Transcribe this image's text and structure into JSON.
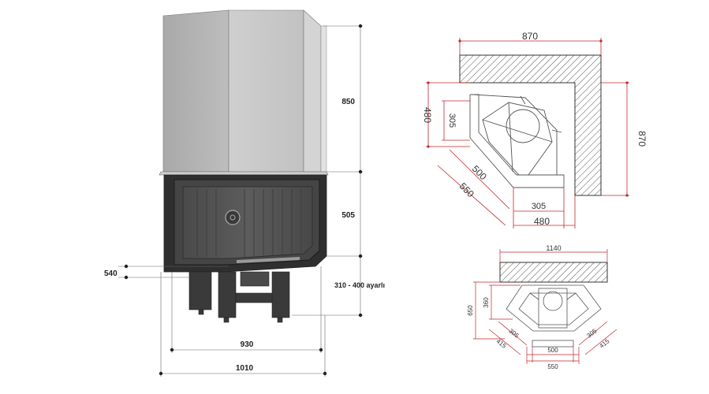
{
  "fireplace": {
    "dim_chimney_height": "850",
    "dim_firebox_height": "505",
    "dim_leg_height": "310 - 400 ayarlı",
    "dim_depth": "540",
    "dim_width_inner": "930",
    "dim_width_outer": "1010"
  },
  "plan_top": {
    "wall_top": "870",
    "wall_right": "870",
    "left_outer": "480",
    "left_inner": "305",
    "diag_inner": "500",
    "diag_outer": "550",
    "bottom_inner": "305",
    "bottom_outer": "480"
  },
  "plan_bottom": {
    "wall_width": "1140",
    "depth_outer": "650",
    "depth_inner": "360",
    "left_diag_inner": "305",
    "left_diag_outer": "415",
    "right_diag_inner": "305",
    "right_diag_outer": "415",
    "front_inner": "500",
    "front_outer": "550"
  },
  "colors": {
    "dim_red": "#c0282d",
    "hatch": "#555555",
    "chimney": "#b8b8b8",
    "firebox": "#3a3a3a"
  }
}
